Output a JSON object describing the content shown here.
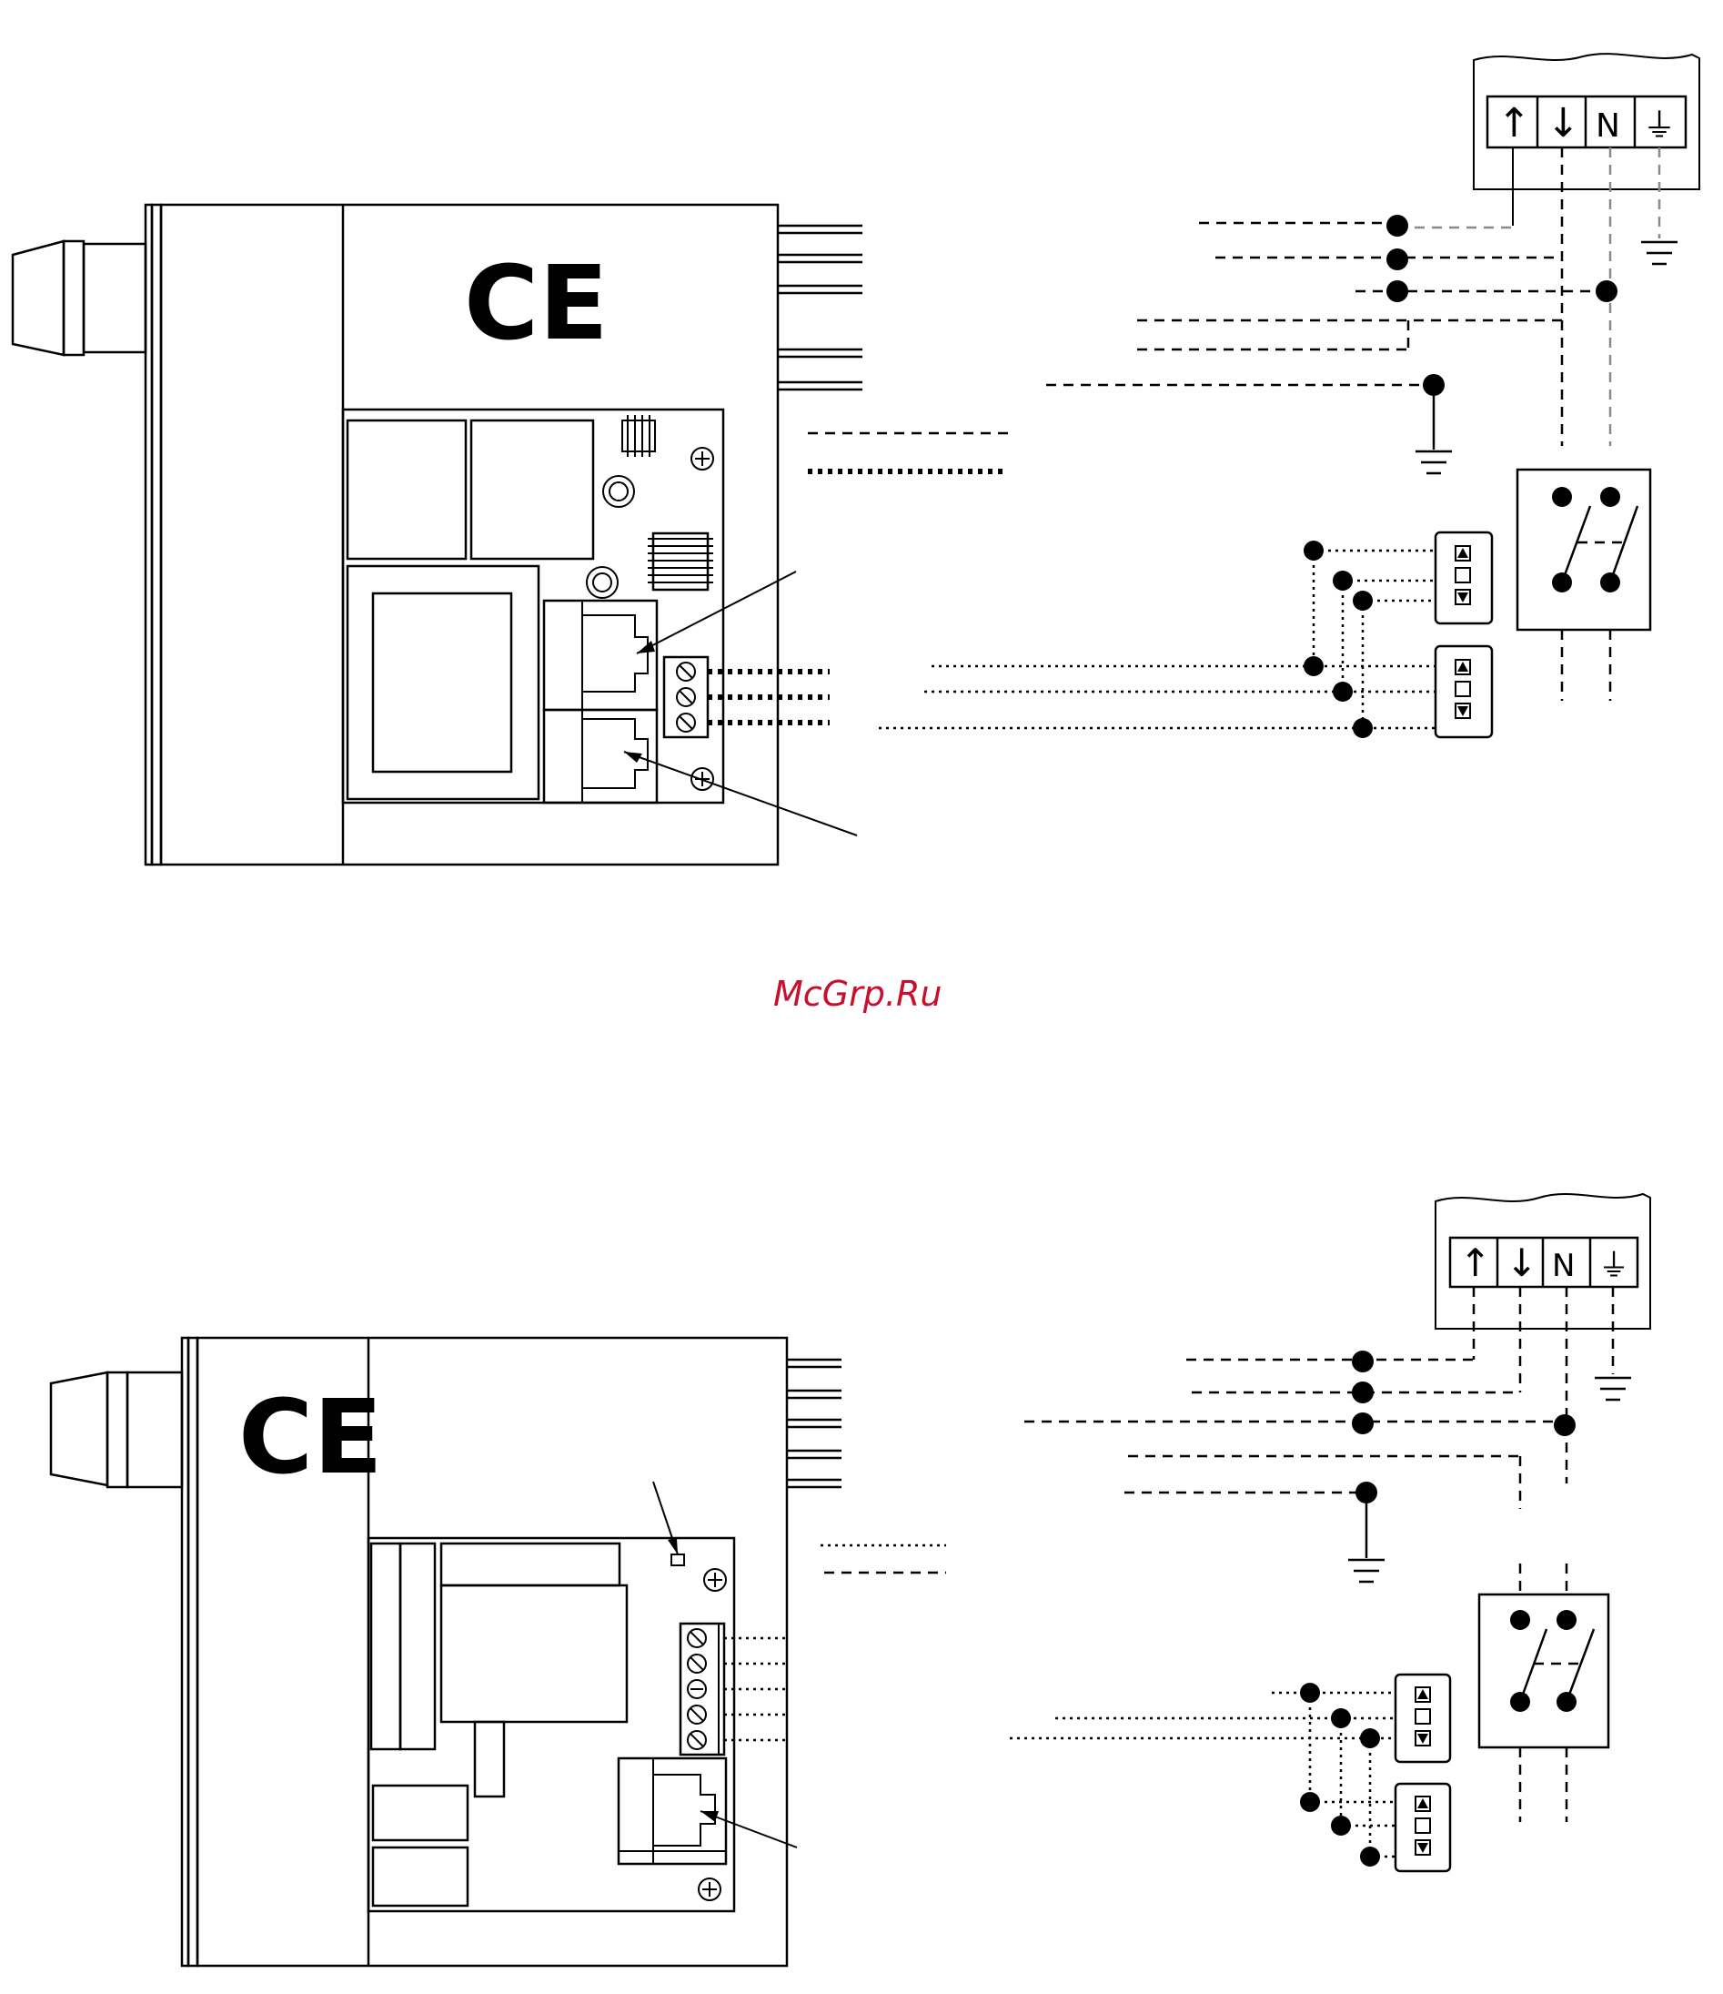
{
  "watermark": "McGrp.Ru",
  "diagram_top": {
    "ce_mark": "CE",
    "terminal_block": {
      "labels": [
        "↑",
        "↓",
        "N",
        "⏚"
      ]
    }
  },
  "diagram_bottom": {
    "ce_mark": "CE",
    "terminal_block": {
      "labels": [
        "↑",
        "↓",
        "N",
        "⏚"
      ]
    }
  }
}
